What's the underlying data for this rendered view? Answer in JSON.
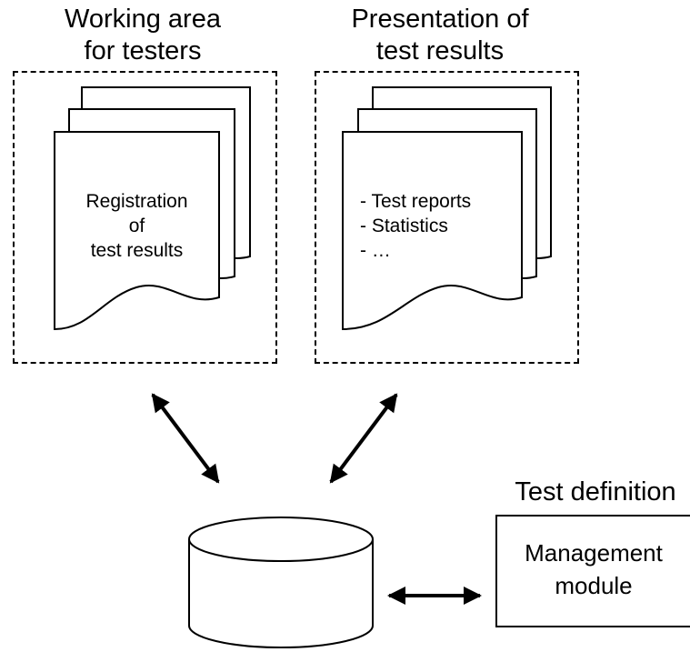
{
  "working_area": {
    "heading_line1": "Working area",
    "heading_line2": "for testers",
    "document": {
      "line1": "Registration",
      "line2": "of",
      "line3": "test results"
    }
  },
  "presentation": {
    "heading_line1": "Presentation of",
    "heading_line2": "test results",
    "document": {
      "item1": "- Test reports",
      "item2": "- Statistics",
      "item3": "-   …"
    }
  },
  "test_definition": {
    "heading": "Test definition",
    "module_line1": "Management",
    "module_line2": "module"
  },
  "colors": {
    "stroke": "#000000",
    "background": "#ffffff"
  }
}
